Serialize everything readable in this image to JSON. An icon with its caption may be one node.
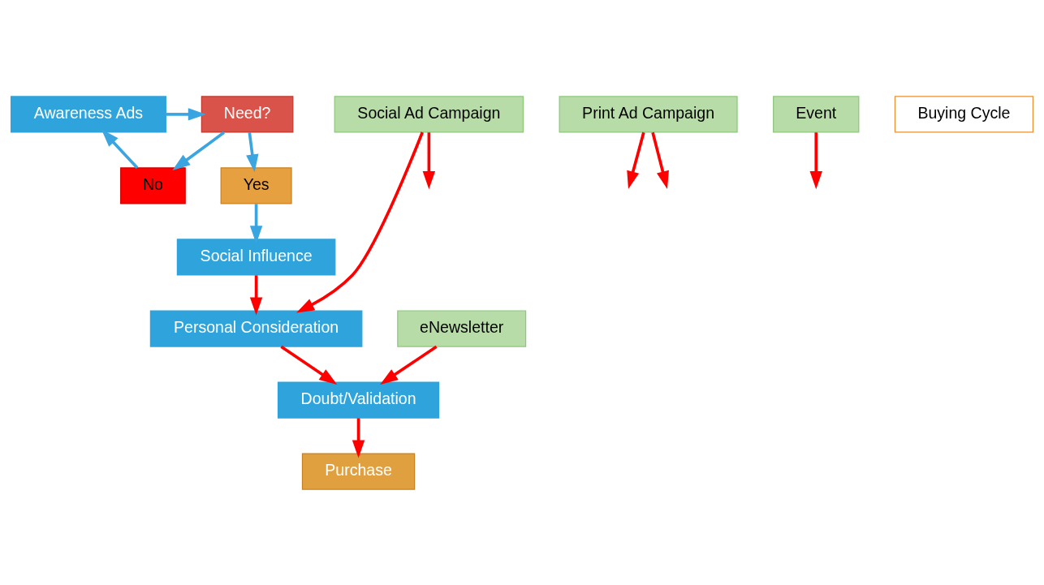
{
  "diagram": {
    "nodes": [
      {
        "text": [
          "Awareness Ads"
        ]
      },
      {
        "text": [
          "Need?"
        ]
      },
      {
        "text": [
          "No"
        ]
      },
      {
        "text": [
          "Yes"
        ]
      },
      {
        "text": [
          "Social Influence"
        ]
      },
      {
        "text": [
          "Personal Consideration"
        ]
      },
      {
        "text": [
          "Social Ad Campaign"
        ]
      },
      {
        "text": [
          "Print Ad Campaign"
        ]
      },
      {
        "text": [
          "Event"
        ]
      },
      {
        "text": [
          "eNewsletter"
        ]
      },
      {
        "text": [
          "Doubt/Validation"
        ]
      },
      {
        "text": [
          "Purchase"
        ]
      },
      {
        "text": [
          "Buying Cycle"
        ]
      }
    ],
    "edges": [
      {
        "from": 0,
        "to": 1,
        "arrow": "to",
        "color": "#3aa5e0"
      },
      {
        "from": 1,
        "to": 2,
        "arrow": "to",
        "color": "#3aa5e0"
      },
      {
        "from": 1,
        "to": 3,
        "arrow": "to",
        "color": "#3aa5e0"
      },
      {
        "from": 2,
        "to": 0,
        "arrow": "to",
        "color": "#3aa5e0"
      },
      {
        "from": 3,
        "to": 4,
        "arrow": "to",
        "color": "#3aa5e0"
      },
      {
        "from": 4,
        "to": 5,
        "arrow": "to"
      },
      {
        "from": 6,
        "to": null,
        "arrow": "to"
      },
      {
        "from": 6,
        "to": 5,
        "arrow": "to"
      },
      {
        "from": 7,
        "to": null,
        "arrow": "to"
      },
      {
        "from": 7,
        "to": null,
        "arrow": "to"
      },
      {
        "from": 5,
        "to": 10,
        "arrow": "to"
      },
      {
        "from": 8,
        "to": null,
        "arrow": "to"
      },
      {
        "from": 9,
        "to": 10,
        "arrow": "to"
      },
      {
        "from": 10,
        "to": 11,
        "arrow": "to"
      }
    ]
  }
}
